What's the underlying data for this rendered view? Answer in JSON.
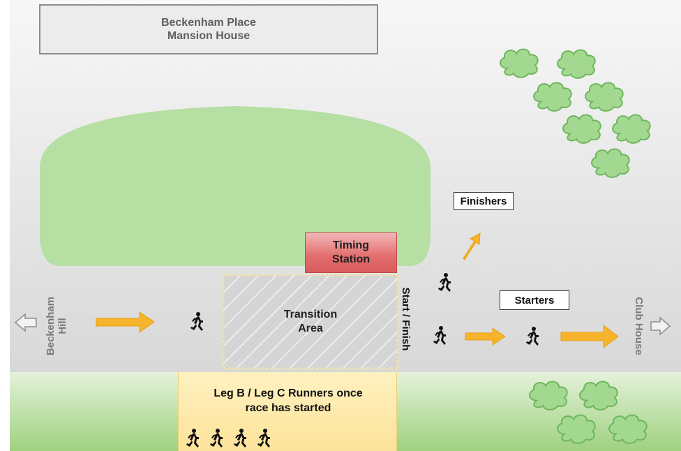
{
  "labels": {
    "mansion_line1": "Beckenham Place",
    "mansion_line2": "Mansion House",
    "timing_line1": "Timing",
    "timing_line2": "Station",
    "finishers": "Finishers",
    "starters": "Starters",
    "transition_line1": "Transition",
    "transition_line2": "Area",
    "start_finish": "Start / Finish",
    "beckenham_line1": "Beckenham",
    "beckenham_line2": "Hill",
    "club_house": "Club House",
    "waiting_line1": "Leg B / Leg C Runners once",
    "waiting_line2": "race has started"
  },
  "colors": {
    "lawn_green": "#b6e0a6",
    "tree_green": "#9fd68b",
    "timing_red": "#e36c6c",
    "arrow_orange": "#f7b32b",
    "waiting_yellow": "#fde39a",
    "transition_hatch": "#f6e7a0",
    "road_grey": "#d9d9d9"
  },
  "icons": [
    "runner-icon",
    "arrow-right-icon",
    "arrow-left-outline-icon",
    "arrow-right-outline-icon",
    "tree-icon"
  ]
}
